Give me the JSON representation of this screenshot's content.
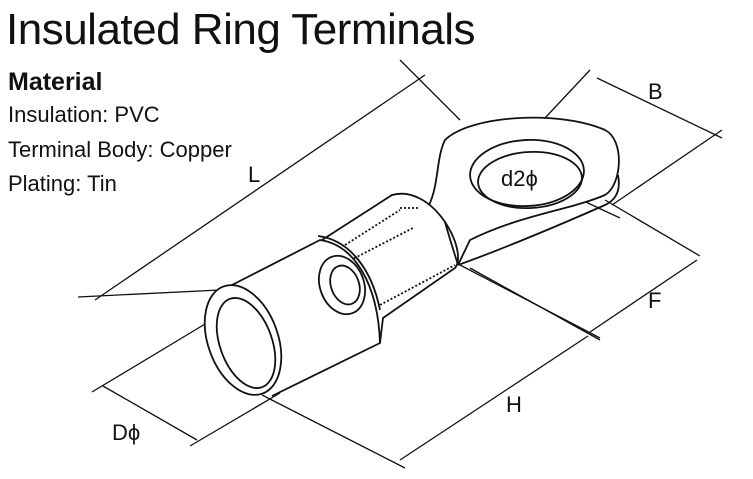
{
  "title": "Insulated Ring Terminals",
  "material": {
    "heading": "Material",
    "lines": [
      "Insulation: PVC",
      "Terminal Body: Copper",
      "Plating: Tin"
    ]
  },
  "dimensions": {
    "L": "L",
    "B": "B",
    "F": "F",
    "H": "H",
    "D": "Dϕ",
    "d2": "d2ϕ"
  },
  "colors": {
    "line": "#111111",
    "background": "#ffffff"
  }
}
